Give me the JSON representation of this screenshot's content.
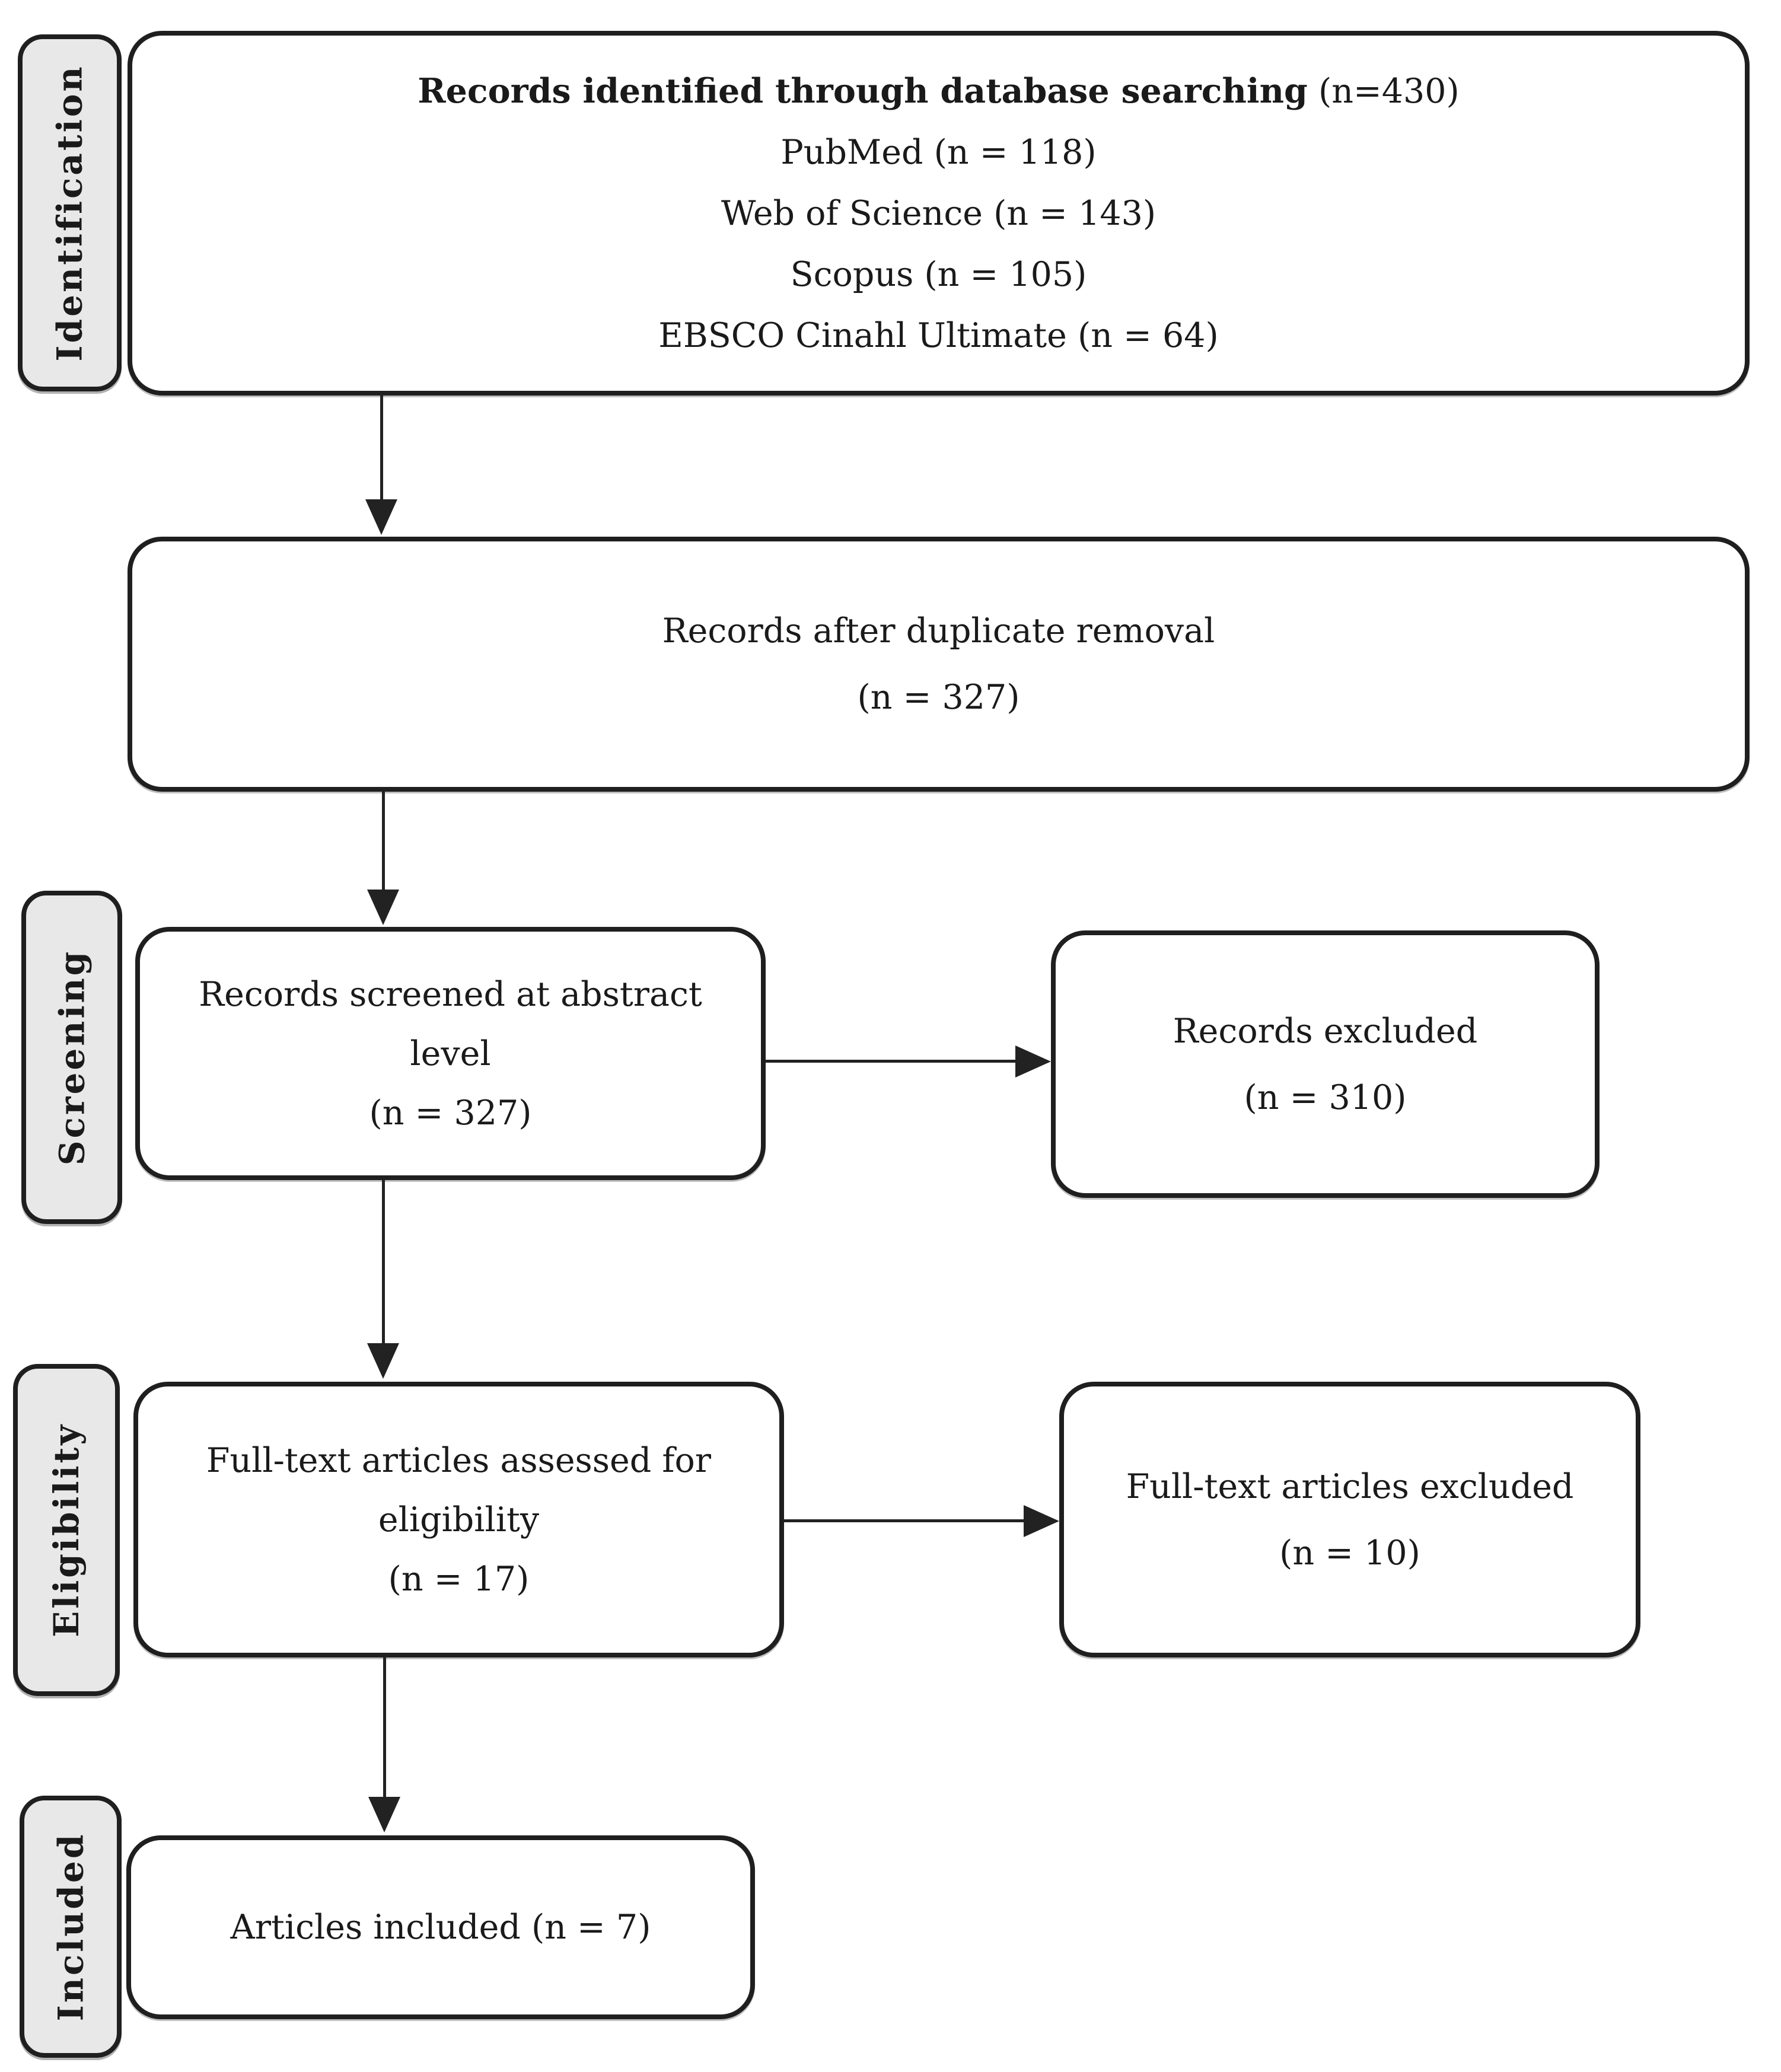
{
  "stages": [
    {
      "label": "Identification"
    },
    {
      "label": "Screening"
    },
    {
      "label": "Eligibility"
    },
    {
      "label": "Included"
    }
  ],
  "boxes": {
    "identified": {
      "title_bold": "Records identified through database searching",
      "title_tail": " (n=430)",
      "lines": [
        "PubMed (n = 118)",
        "Web of Science (n = 143)",
        "Scopus (n = 105)",
        "EBSCO Cinahl Ultimate (n = 64)"
      ]
    },
    "deduplicated": {
      "lines": [
        "Records after duplicate removal",
        "(n = 327)"
      ]
    },
    "screened": {
      "lines": [
        "Records screened at abstract",
        "level",
        "(n = 327)"
      ]
    },
    "records_excluded": {
      "lines": [
        "Records excluded",
        "(n = 310)"
      ]
    },
    "fulltext_assessed": {
      "lines": [
        "Full-text articles assessed for",
        "eligibility",
        "(n = 17)"
      ]
    },
    "fulltext_excluded": {
      "lines": [
        "Full-text articles excluded",
        "(n = 10)"
      ]
    },
    "included_articles": {
      "lines": [
        "Articles included (n = 7)"
      ]
    }
  },
  "colors": {
    "stage_fill": "#e8e8e8",
    "box_fill": "#ffffff",
    "border": "#1f1f1f",
    "text": "#1a1a1a"
  }
}
